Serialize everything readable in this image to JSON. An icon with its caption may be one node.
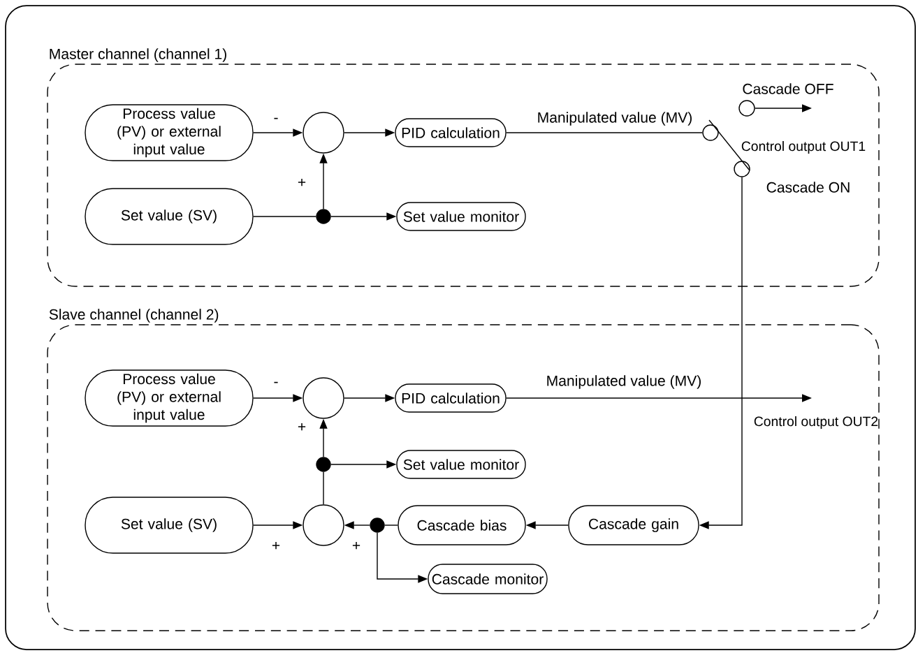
{
  "diagram": {
    "nodes": [
      {
        "text": [],
        "shape": "box"
      },
      {
        "text": [
          "Master channel (channel 1)"
        ],
        "in": 0
      },
      {
        "text": [
          "Process value (PV) or external input value"
        ],
        "in": 1
      },
      {
        "text": [
          "Set value (SV)"
        ],
        "in": 1
      },
      {
        "text": [],
        "shape": "circle",
        "in": 1
      },
      {
        "text": [],
        "shape": "circle",
        "in": 1
      },
      {
        "text": [
          "PID calculation"
        ],
        "in": 1
      },
      {
        "text": [
          "Set value monitor"
        ],
        "in": 1
      },
      {
        "text": [],
        "shape": "circle",
        "in": 1
      },
      {
        "text": [],
        "shape": "circle",
        "in": 1,
        "beside": [
          "Cascade ON"
        ]
      },
      {
        "text": [],
        "shape": "circle",
        "in": 1,
        "beside": [
          "Cascade OFF"
        ]
      },
      {
        "text": [
          "Slave channel (channel 2)"
        ],
        "in": 0
      },
      {
        "text": [
          "Process value (PV) or external input value"
        ],
        "in": 11
      },
      {
        "text": [
          "Set value (SV)"
        ],
        "in": 11
      },
      {
        "text": [],
        "shape": "circle",
        "in": 11
      },
      {
        "text": [],
        "shape": "circle",
        "in": 11
      },
      {
        "text": [],
        "shape": "circle",
        "in": 11
      },
      {
        "text": [],
        "shape": "circle",
        "in": 11
      },
      {
        "text": [
          "PID calculation"
        ],
        "in": 11
      },
      {
        "text": [
          "Set value monitor"
        ],
        "in": 11
      },
      {
        "text": [
          "Cascade bias"
        ],
        "in": 11
      },
      {
        "text": [
          "Cascade gain"
        ],
        "in": 11
      },
      {
        "text": [
          "Cascade monitor"
        ],
        "in": 11
      }
    ],
    "edges": [
      {
        "from": 2,
        "to": 4,
        "arrow": "to",
        "label": "-"
      },
      {
        "from": 3,
        "to": 5,
        "arrow": "none"
      },
      {
        "from": 5,
        "to": 4,
        "arrow": "to",
        "label": "+"
      },
      {
        "from": 5,
        "to": 7,
        "arrow": "to"
      },
      {
        "from": 4,
        "to": 6,
        "arrow": "to"
      },
      {
        "from": 6,
        "to": 8,
        "arrow": "none",
        "label": "Manipulated value (MV)"
      },
      {
        "from": 8,
        "to": 9,
        "arrow": "none"
      },
      {
        "from": 10,
        "to": null,
        "arrow": "to"
      },
      {
        "from": 9,
        "to": 21,
        "arrow": "to"
      },
      {
        "from": 12,
        "to": 14,
        "arrow": "to",
        "label": "-"
      },
      {
        "from": 14,
        "to": 18,
        "arrow": "to"
      },
      {
        "from": 18,
        "to": null,
        "arrow": "to",
        "label": "Manipulated value (MV)"
      },
      {
        "from": 13,
        "to": 16,
        "arrow": "to",
        "label": "+"
      },
      {
        "from": 16,
        "to": 15,
        "arrow": "none"
      },
      {
        "from": 15,
        "to": 14,
        "arrow": "to",
        "label": "+"
      },
      {
        "from": 15,
        "to": 19,
        "arrow": "to"
      },
      {
        "from": 20,
        "to": 17,
        "arrow": "none"
      },
      {
        "from": 17,
        "to": 16,
        "arrow": "to",
        "label": "+"
      },
      {
        "from": 17,
        "to": 22,
        "arrow": "to"
      },
      {
        "from": 21,
        "to": 20,
        "arrow": "to"
      }
    ],
    "labels": [
      "Control output OUT1",
      "Control output OUT2"
    ]
  }
}
